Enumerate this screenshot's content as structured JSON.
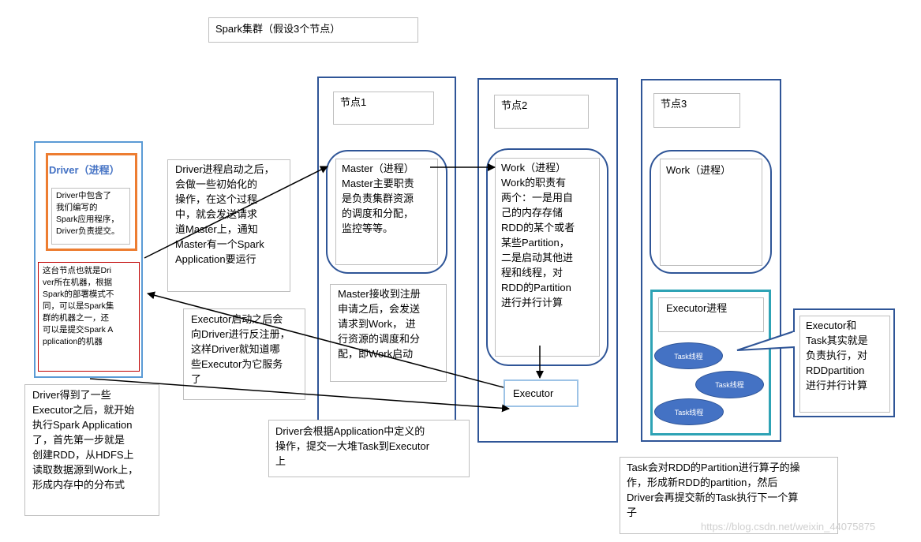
{
  "title": "Spark集群（假设3个节点）",
  "driver": {
    "title": "Driver（进程）",
    "desc": "Driver中包含了\n我们编写的\nSpark应用程序，\nDriver负责提交。",
    "machine_note": "这台节点也就是Dri\nver所在机器，根据\nSpark的部署模式不\n同，可以是Spark集\n群的机器之一，还\n可以是提交Spark A\npplication的机器"
  },
  "nodes": {
    "node1": {
      "label": "节点1",
      "master_text": "Master（进程）\nMaster主要职责\n是负责集群资源\n的调度和分配，\n监控等等。"
    },
    "node2": {
      "label": "节点2",
      "work_text": "Work（进程）\nWork的职责有\n两个：一是用自\n己的内存存储\nRDD的某个或者\n某些Partition，\n二是启动其他进\n程和线程，对\nRDD的Partition\n进行并行计算",
      "executor_label": "Executor"
    },
    "node3": {
      "label": "节点3",
      "work_label": "Work（进程）",
      "executor_label": "Executor进程",
      "tasks": [
        "Task线程",
        "Task线程",
        "Task线程"
      ]
    }
  },
  "notes": {
    "driver_start": "Driver进程启动之后，\n会做一些初始化的\n操作，在这个过程\n中，就会发送请求\n道Master上，通知\nMaster有一个Spark\nApplication要运行",
    "master_receive": "Master接收到注册\n申请之后，会发送\n请求到Work， 进\n行资源的调度和分\n配，即Work启动",
    "executor_register": "Executor启动之后会\n向Driver进行反注册，\n这样Driver就知道哪\n些Executor为它服务\n了",
    "driver_got_executor": "Driver得到了一些\nExecutor之后，就开始\n执行Spark Application\n了，首先第一步就是\n创建RDD，从HDFS上\n读取数据源到Work上，\n形成内存中的分布式",
    "submit_task": "Driver会根据Application中定义的\n操作，提交一大堆Task到Executor\n上",
    "executor_task": "Executor和\nTask其实就是\n负责执行，对\nRDDpartition\n进行并行计算",
    "task_op": "Task会对RDD的Partition进行算子的操\n作，形成新RDD的partition，然后\nDriver会再提交新的Task执行下一个算\n子"
  },
  "watermark": "https://blog.csdn.net/weixin_44075875",
  "colors": {
    "node_border": "#2f5597",
    "driver_border": "#5b9bd5",
    "driver_title": "#4472c4",
    "orange": "#ed7d31",
    "red": "#c00000",
    "teal": "#2ea3b5",
    "task": "#4472c4"
  }
}
